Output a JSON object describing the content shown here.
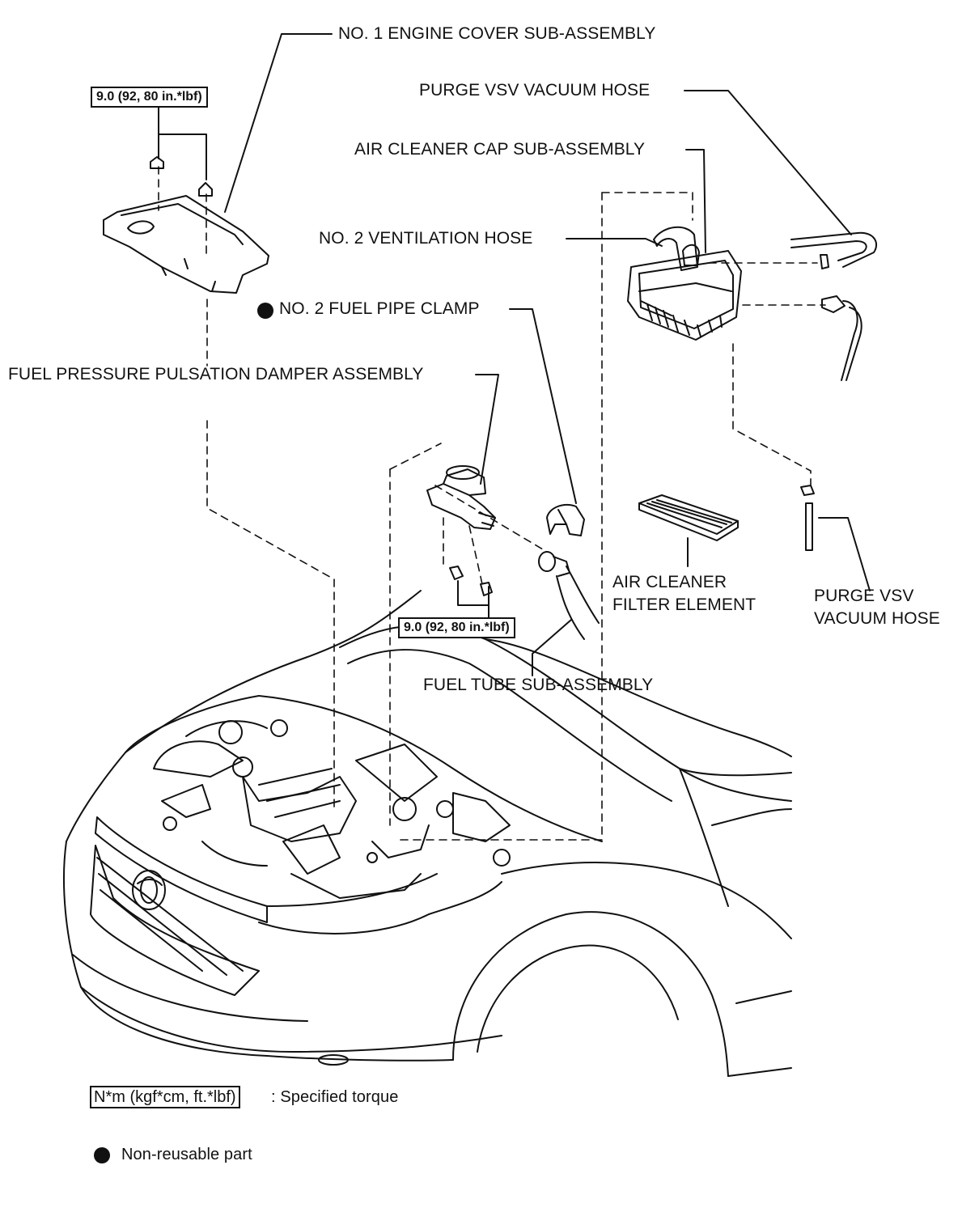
{
  "labels": {
    "engine_cover": "NO. 1 ENGINE COVER SUB-ASSEMBLY",
    "purge_hose_top": "PURGE VSV VACUUM HOSE",
    "air_cleaner_cap": "AIR CLEANER CAP SUB-ASSEMBLY",
    "ventilation_hose": "NO. 2 VENTILATION HOSE",
    "fuel_pipe_clamp": "NO. 2 FUEL PIPE CLAMP",
    "pulsation_damper": "FUEL PRESSURE PULSATION DAMPER ASSEMBLY",
    "air_filter_line1": "AIR CLEANER",
    "air_filter_line2": "FILTER ELEMENT",
    "purge_hose_bottom_line1": "PURGE VSV",
    "purge_hose_bottom_line2": "VACUUM HOSE",
    "fuel_tube": "FUEL TUBE SUB-ASSEMBLY"
  },
  "torque": {
    "engine_cover_nuts": "9.0 (92, 80 in.*lbf)",
    "damper_bolts": "9.0 (92, 80 in.*lbf)"
  },
  "legend": {
    "torque_box": "N*m (kgf*cm, ft.*lbf)",
    "torque_text": ": Specified torque",
    "nonreusable_text": "Non-reusable part"
  },
  "colors": {
    "line": "#111111",
    "background": "#ffffff"
  }
}
